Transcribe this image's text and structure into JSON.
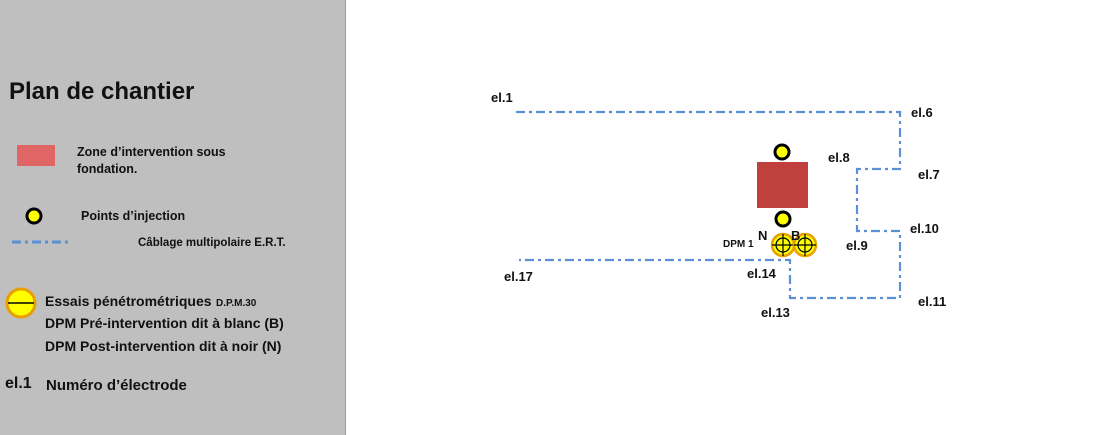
{
  "colors": {
    "panel": "#bfbfbf",
    "zone": "#e06666",
    "zone_plan": "#c0403e",
    "injection_fill": "#ffff00",
    "cable": "#5b8fd6",
    "penetro": "#e8a000"
  },
  "legend": {
    "title": "Plan de chantier",
    "zone_label": "Zone d’intervention sous fondation.",
    "injection_label": "Points d’injection",
    "cable_label": "Câblage multipolaire E.R.T.",
    "penetro_label": "Essais pénétrométriques",
    "penetro_suffix": "D.P.M.30",
    "dpm_blanc": "DPM Pré-intervention dit à blanc (B)",
    "dpm_noir": "DPM Post-intervention dit à noir (N)",
    "electrode_code": "el.1",
    "electrode_label": "Numéro d’électrode"
  },
  "plan": {
    "electrodes": [
      "el.1",
      "el.6",
      "el.7",
      "el.8",
      "el.9",
      "el.10",
      "el.11",
      "el.13",
      "el.14",
      "el.17"
    ],
    "dpm_label": "DPM 1",
    "n_label": "N",
    "b_label": "B"
  }
}
